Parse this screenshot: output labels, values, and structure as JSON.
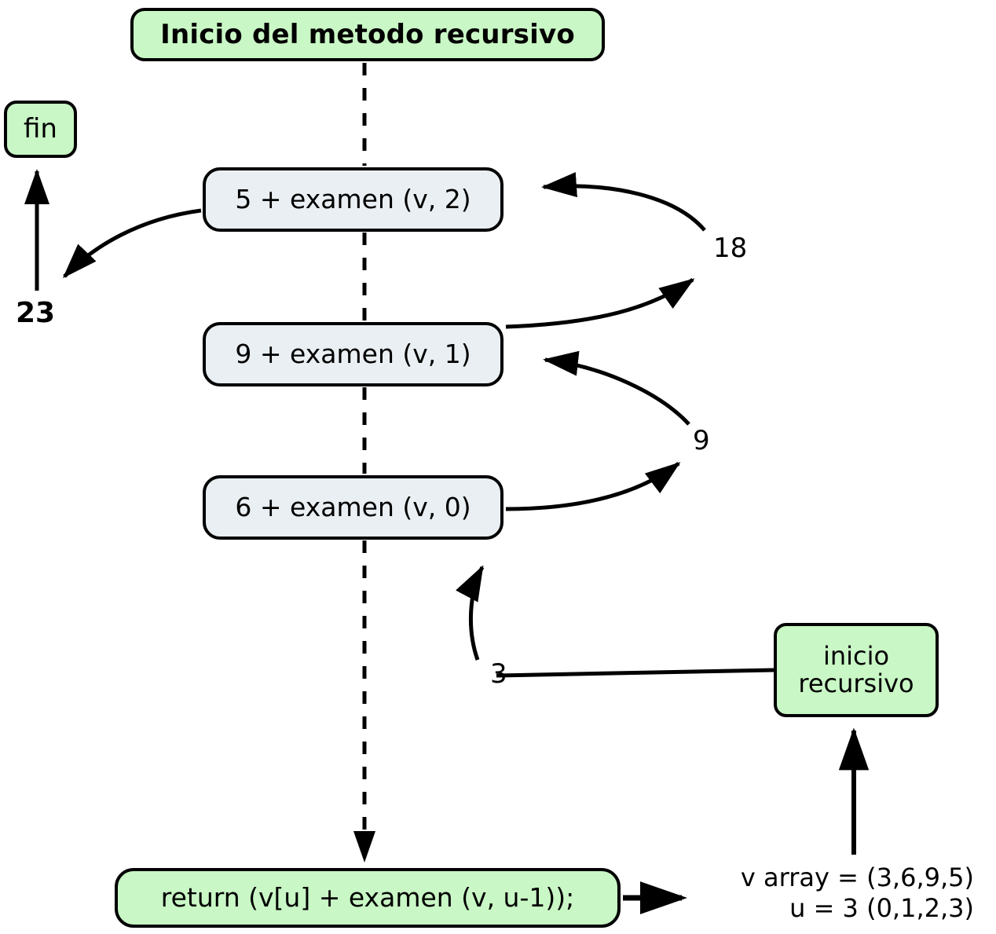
{
  "diagram": {
    "title": "Inicio del metodo recursivo",
    "nodes": {
      "start": {
        "label": "Inicio del metodo recursivo",
        "color": "#c9f7c5"
      },
      "fin": {
        "label": "fin",
        "color": "#c9f7c5"
      },
      "frame1": {
        "label": "5 + examen (v, 2)",
        "color": "#e9eff2"
      },
      "frame2": {
        "label": "9 + examen (v, 1)",
        "color": "#e9eff2"
      },
      "frame3": {
        "label": "6 + examen (v, 0)",
        "color": "#e9eff2"
      },
      "inicio_recursivo": {
        "line1": "inicio",
        "line2": "recursivo",
        "color": "#c9f7c5"
      },
      "return": {
        "label": "return (v[u] + examen (v, u-1));",
        "color": "#c9f7c5"
      }
    },
    "edge_labels": {
      "result_total": "23",
      "result_18": "18",
      "result_9": "9",
      "result_3": "3"
    },
    "annotation": {
      "line1": "v array = (3,6,9,5)",
      "line2": "u = 3 (0,1,2,3)"
    },
    "stroke_color": "#000000",
    "background": "#ffffff"
  }
}
